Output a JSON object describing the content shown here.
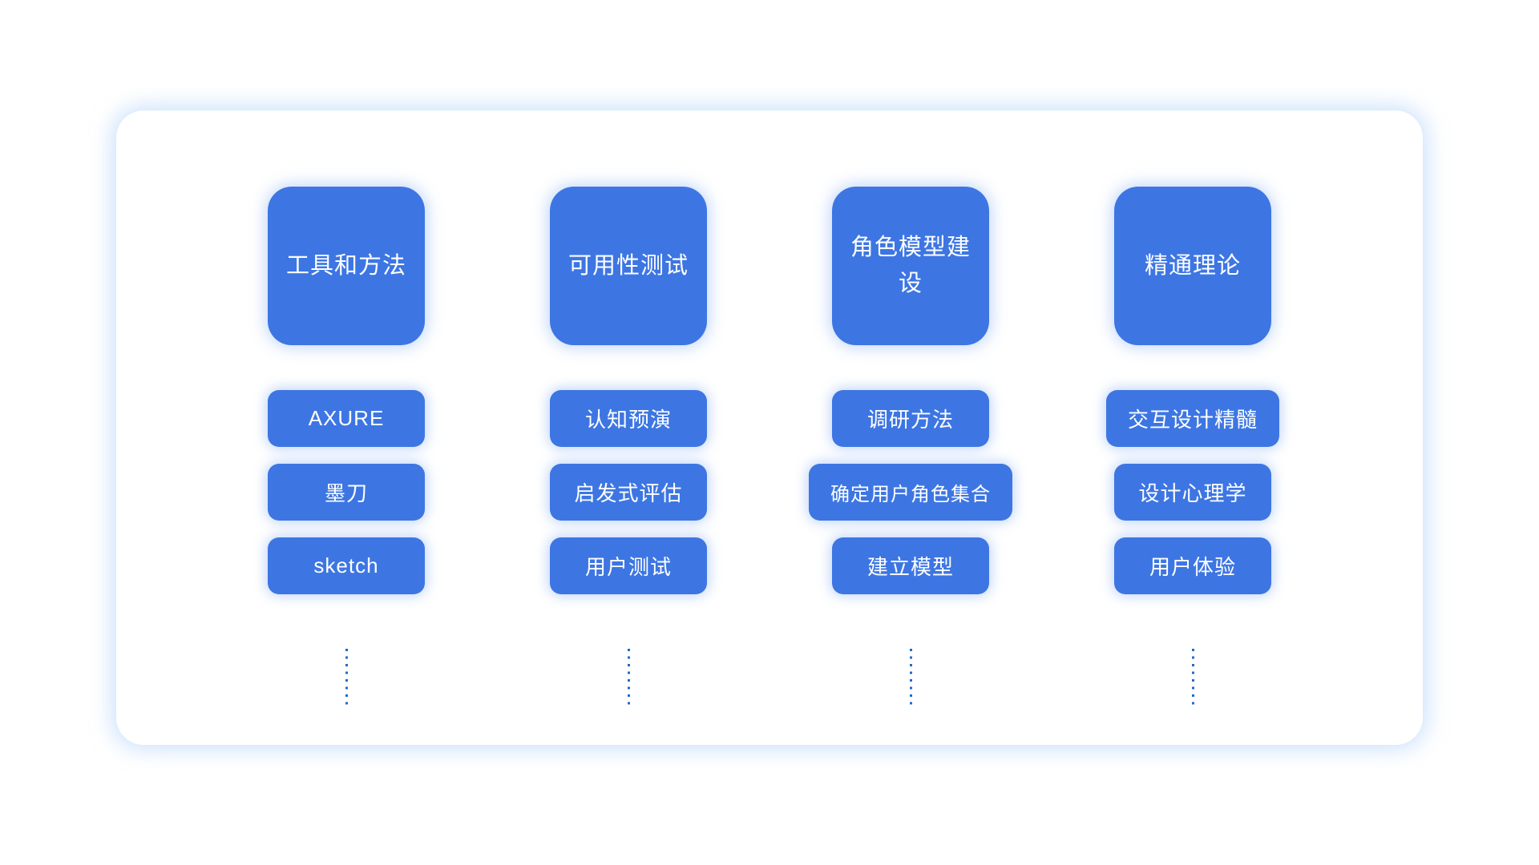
{
  "diagram": {
    "columns": [
      {
        "header": "工具和方法",
        "items": [
          "AXURE",
          "墨刀",
          "sketch"
        ]
      },
      {
        "header": "可用性测试",
        "items": [
          "认知预演",
          "启发式评估",
          "用户测试"
        ]
      },
      {
        "header": "角色模型建设",
        "items": [
          "调研方法",
          "确定用户角色集合",
          "建立模型"
        ]
      },
      {
        "header": "精通理论",
        "items": [
          "交互设计精髓",
          "设计心理学",
          "用户体验"
        ]
      }
    ],
    "colors": {
      "node_blue": "#3d76e3",
      "dot_blue": "#1f6bc9",
      "card_glow": "#a6cbfa",
      "text": "#fdfefe"
    }
  }
}
